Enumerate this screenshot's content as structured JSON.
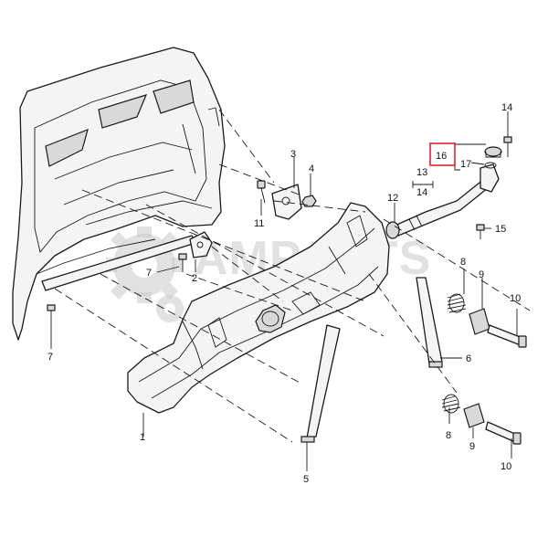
{
  "diagram": {
    "watermark": "AMPARTS",
    "highlight_color": "#e0242b",
    "callouts": {
      "c1": "1",
      "c2": "2",
      "c3": "3",
      "c4": "4",
      "c5": "5",
      "c6": "6",
      "c7a": "7",
      "c7b": "7",
      "c8a": "8",
      "c8b": "8",
      "c9a": "9",
      "c9b": "9",
      "c10a": "10",
      "c10b": "10",
      "c11": "11",
      "c12": "12",
      "c13": "13",
      "c14a": "14",
      "c14b": "14",
      "c15": "15",
      "c16": "16",
      "c17": "17"
    }
  }
}
